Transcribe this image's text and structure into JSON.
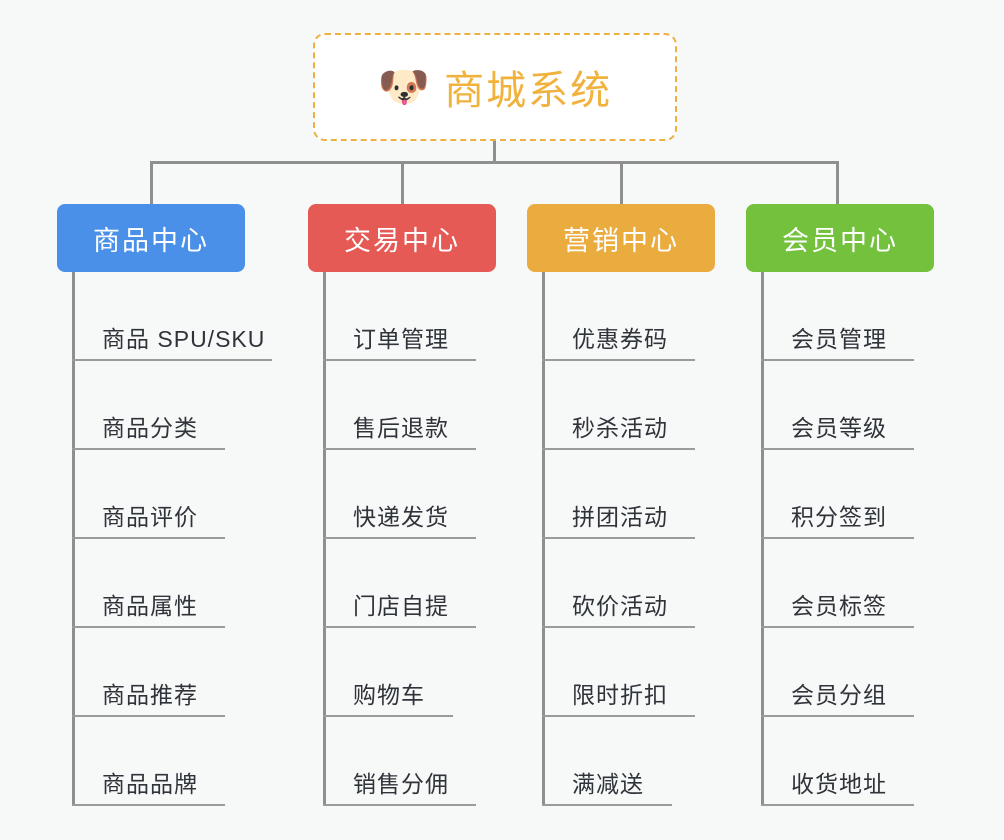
{
  "diagram": {
    "type": "mindmap",
    "background_color": "#f7f8f8",
    "connector_color": "#8f8f8f"
  },
  "root": {
    "emoji": "dog-face-icon",
    "emoji_glyph": "🐶",
    "title": "商城系统",
    "border_color": "#eeb040",
    "text_color": "#f0b23c",
    "background_color": "#ffffff"
  },
  "branches": [
    {
      "label": "商品中心",
      "color": "#4a90e8",
      "items": [
        {
          "label": "商品 SPU/SKU",
          "underline_width": 200
        },
        {
          "label": "商品分类",
          "underline_width": 153
        },
        {
          "label": "商品评价",
          "underline_width": 153
        },
        {
          "label": "商品属性",
          "underline_width": 153
        },
        {
          "label": "商品推荐",
          "underline_width": 153
        },
        {
          "label": "商品品牌",
          "underline_width": 153
        }
      ]
    },
    {
      "label": "交易中心",
      "color": "#e55a55",
      "items": [
        {
          "label": "订单管理",
          "underline_width": 153
        },
        {
          "label": "售后退款",
          "underline_width": 153
        },
        {
          "label": "快递发货",
          "underline_width": 153
        },
        {
          "label": "门店自提",
          "underline_width": 153
        },
        {
          "label": "购物车",
          "underline_width": 130
        },
        {
          "label": "销售分佣",
          "underline_width": 153
        }
      ]
    },
    {
      "label": "营销中心",
      "color": "#eaac3e",
      "items": [
        {
          "label": "优惠券码",
          "underline_width": 153
        },
        {
          "label": "秒杀活动",
          "underline_width": 153
        },
        {
          "label": "拼团活动",
          "underline_width": 153
        },
        {
          "label": "砍价活动",
          "underline_width": 153
        },
        {
          "label": "限时折扣",
          "underline_width": 153
        },
        {
          "label": "满减送",
          "underline_width": 130
        }
      ]
    },
    {
      "label": "会员中心",
      "color": "#73c13d",
      "items": [
        {
          "label": "会员管理",
          "underline_width": 153
        },
        {
          "label": "会员等级",
          "underline_width": 153
        },
        {
          "label": "积分签到",
          "underline_width": 153
        },
        {
          "label": "会员标签",
          "underline_width": 153
        },
        {
          "label": "会员分组",
          "underline_width": 153
        },
        {
          "label": "收货地址",
          "underline_width": 153
        }
      ]
    }
  ]
}
